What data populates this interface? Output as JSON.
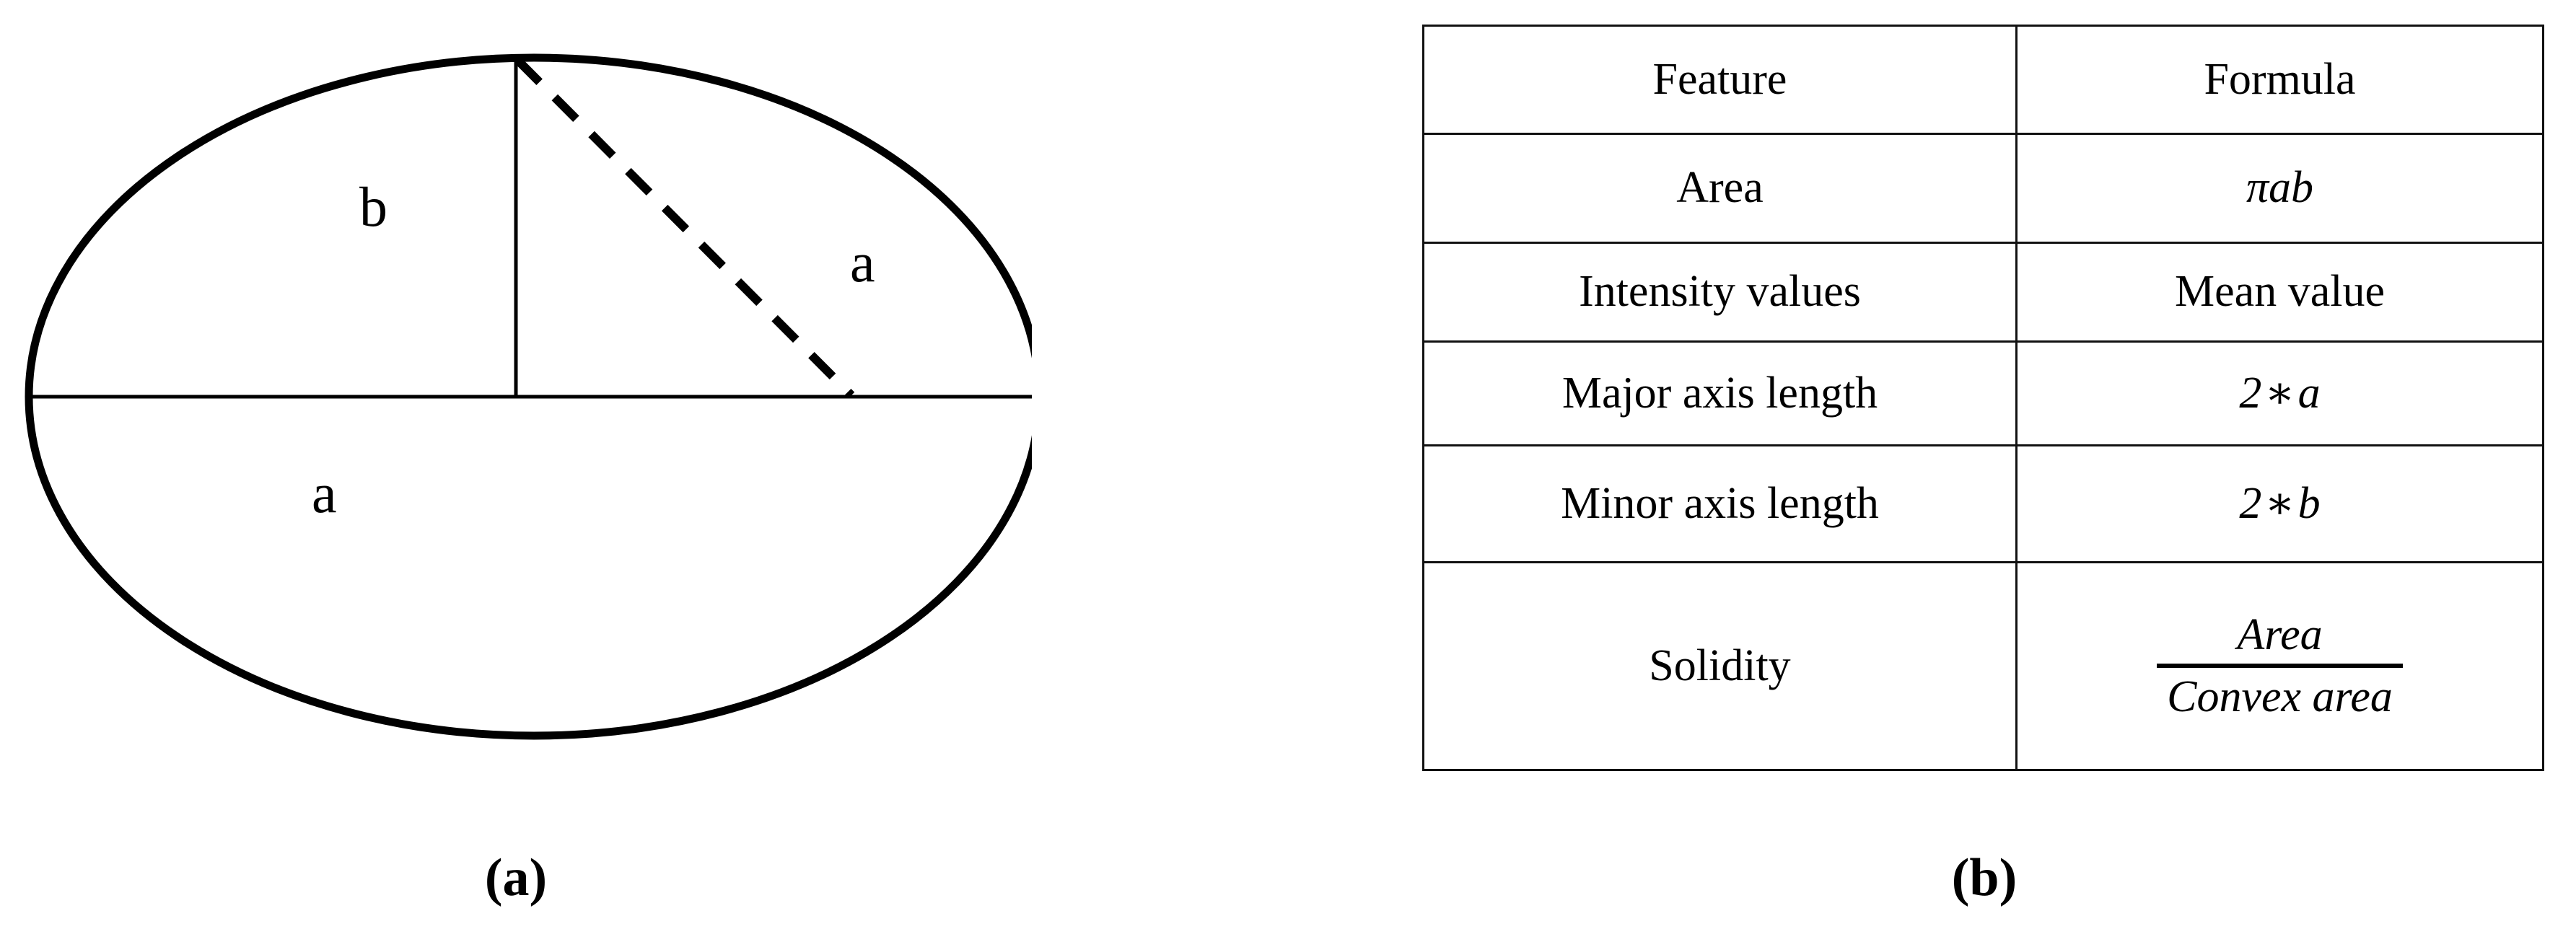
{
  "figure": {
    "panels": [
      {
        "id": "a",
        "caption": "(a)",
        "type": "ellipse-diagram"
      },
      {
        "id": "b",
        "caption": "(b)",
        "type": "feature-formula-table"
      }
    ]
  },
  "diagram": {
    "name": "ellipse-with-semi-axes",
    "labels": {
      "minor_axis": "b",
      "major_axis": "a",
      "dashed_radius": "a"
    },
    "stroke_color": "#000000",
    "fill_color": "#ffffff",
    "outline_width": 9,
    "thin_line_width": 4,
    "dashed_line_width": 9
  },
  "table": {
    "headers": {
      "feature": "Feature",
      "formula": "Formula"
    },
    "rows": [
      {
        "feature": "Area",
        "formula": "πab",
        "formula_style": "italic-pi-ab"
      },
      {
        "feature": "Intensity values",
        "formula": "Mean value",
        "formula_style": "plain"
      },
      {
        "feature": "Major axis length",
        "formula": "2 * a",
        "formula_style": "times-italic"
      },
      {
        "feature": "Minor axis length",
        "formula": "2 * b",
        "formula_style": "times-italic"
      },
      {
        "feature": "Solidity",
        "formula": "Area / Convex area",
        "formula_style": "fraction"
      }
    ],
    "formula_parts": {
      "area": {
        "pi": "π",
        "ab": "ab"
      },
      "major": {
        "coefficient": "2",
        "operator": "∗",
        "variable": "a"
      },
      "minor": {
        "coefficient": "2",
        "operator": "∗",
        "variable": "b"
      },
      "solidity": {
        "numerator": "Area",
        "denominator": "Convex area"
      }
    },
    "border_color": "#111111"
  }
}
